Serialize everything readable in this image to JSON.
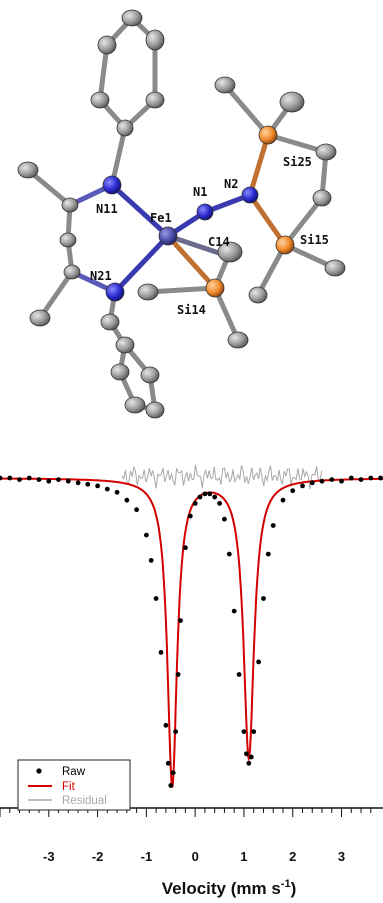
{
  "molecule": {
    "labels": [
      "N1",
      "N2",
      "Fe1",
      "N11",
      "C14",
      "Si25",
      "Si15",
      "N21",
      "Si14"
    ]
  },
  "chart_data": {
    "type": "scatter",
    "title": "",
    "xlabel": "Velocity (mm s",
    "xlabel_sup": "-1",
    "ylabel": "",
    "xlim": [
      -4.0,
      3.85
    ],
    "x_ticks": [
      -3,
      -2,
      -1,
      0,
      1,
      2,
      3
    ],
    "ylim": [
      0.0,
      1.0
    ],
    "grid": false,
    "legend_position": "bottom-left",
    "series": [
      {
        "name": "Raw",
        "color": "#000000",
        "x": [
          -4.0,
          -3.8,
          -3.6,
          -3.4,
          -3.2,
          -3.0,
          -2.8,
          -2.6,
          -2.4,
          -2.2,
          -2.0,
          -1.8,
          -1.6,
          -1.4,
          -1.2,
          -1.0,
          -0.9,
          -0.8,
          -0.7,
          -0.6,
          -0.55,
          -0.5,
          -0.45,
          -0.4,
          -0.35,
          -0.3,
          -0.2,
          -0.1,
          0.0,
          0.1,
          0.2,
          0.3,
          0.4,
          0.5,
          0.6,
          0.7,
          0.8,
          0.9,
          1.0,
          1.05,
          1.1,
          1.15,
          1.2,
          1.3,
          1.4,
          1.5,
          1.6,
          1.8,
          2.0,
          2.2,
          2.4,
          2.6,
          2.8,
          3.0,
          3.2,
          3.4,
          3.6,
          3.8
        ],
        "y": [
          1.0,
          1.0,
          0.995,
          1.0,
          0.995,
          0.99,
          0.995,
          0.99,
          0.985,
          0.98,
          0.975,
          0.965,
          0.955,
          0.93,
          0.9,
          0.82,
          0.74,
          0.62,
          0.45,
          0.22,
          0.1,
          0.03,
          0.07,
          0.2,
          0.38,
          0.55,
          0.78,
          0.88,
          0.92,
          0.94,
          0.95,
          0.95,
          0.94,
          0.92,
          0.87,
          0.76,
          0.58,
          0.38,
          0.2,
          0.13,
          0.1,
          0.12,
          0.2,
          0.42,
          0.62,
          0.76,
          0.85,
          0.93,
          0.96,
          0.975,
          0.985,
          0.99,
          0.995,
          0.99,
          1.0,
          0.995,
          1.0,
          1.0
        ]
      },
      {
        "name": "Fit",
        "color": "#d40000"
      },
      {
        "name": "Residual",
        "color": "#a8a8a8"
      }
    ],
    "fit": {
      "baseline": 1.0,
      "lines": [
        {
          "center": -0.47,
          "depth": 0.97,
          "hwhm": 0.12
        },
        {
          "center": 1.1,
          "depth": 0.88,
          "hwhm": 0.13
        }
      ]
    }
  }
}
